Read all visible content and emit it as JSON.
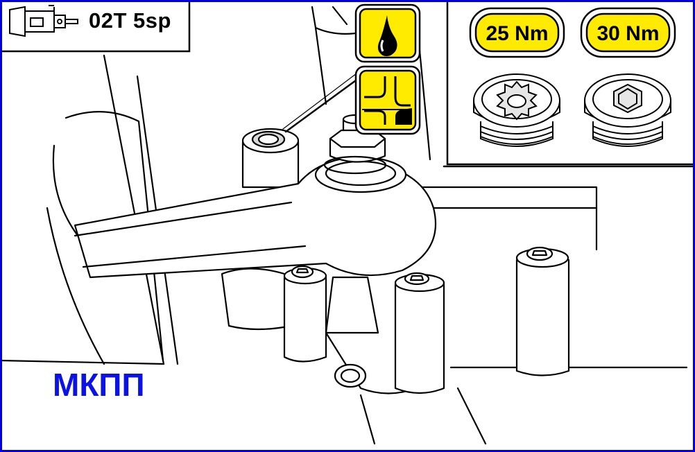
{
  "header": {
    "gearbox_label": "02T 5sp",
    "gearbox_icon": "gearbox-icon"
  },
  "symbols": {
    "oil_icon": "oil-drop-icon",
    "level_icon": "fill-level-icon"
  },
  "inset": {
    "plugs": [
      {
        "torque": "25 Nm",
        "type": "splined-plug"
      },
      {
        "torque": "30 Nm",
        "type": "hex-plug"
      }
    ]
  },
  "caption": "МКПП",
  "colors": {
    "badge_fill": "#ffeb00",
    "frame_border": "#0000e0",
    "caption": "#0a12e6"
  }
}
